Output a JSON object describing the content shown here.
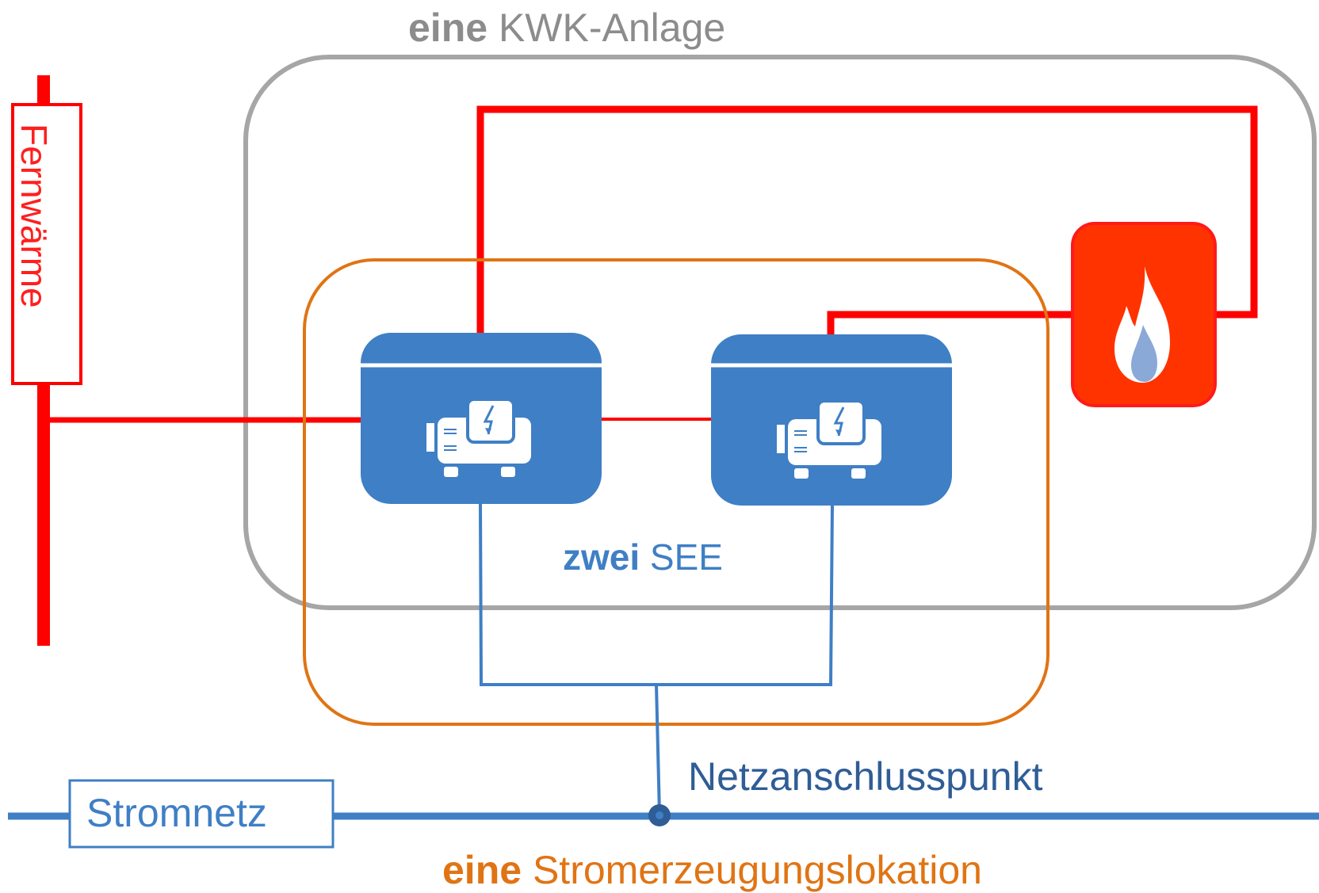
{
  "kwk": {
    "bold": "eine",
    "rest": " KWK-Anlage"
  },
  "see": {
    "bold": "zwei",
    "rest": " SEE"
  },
  "location": {
    "bold": "eine",
    "rest": " Stromerzeugungslokation"
  },
  "labels": {
    "fernwaerme": "Fernwärme",
    "stromnetz": "Stromnetz",
    "netzanschlusspunkt": "Netzanschlusspunkt"
  },
  "colors": {
    "heat": "#ff0000",
    "electric": "#3f7fc5",
    "generator_box": "#3f7fc5",
    "kwk_frame": "#a6a6a6",
    "location_frame": "#e07414",
    "boiler": "#ff3300",
    "flame_core": "#8aa9d6"
  },
  "icons": [
    "generator-icon",
    "generator-icon",
    "flame-icon",
    "grid-connection-node-icon"
  ]
}
